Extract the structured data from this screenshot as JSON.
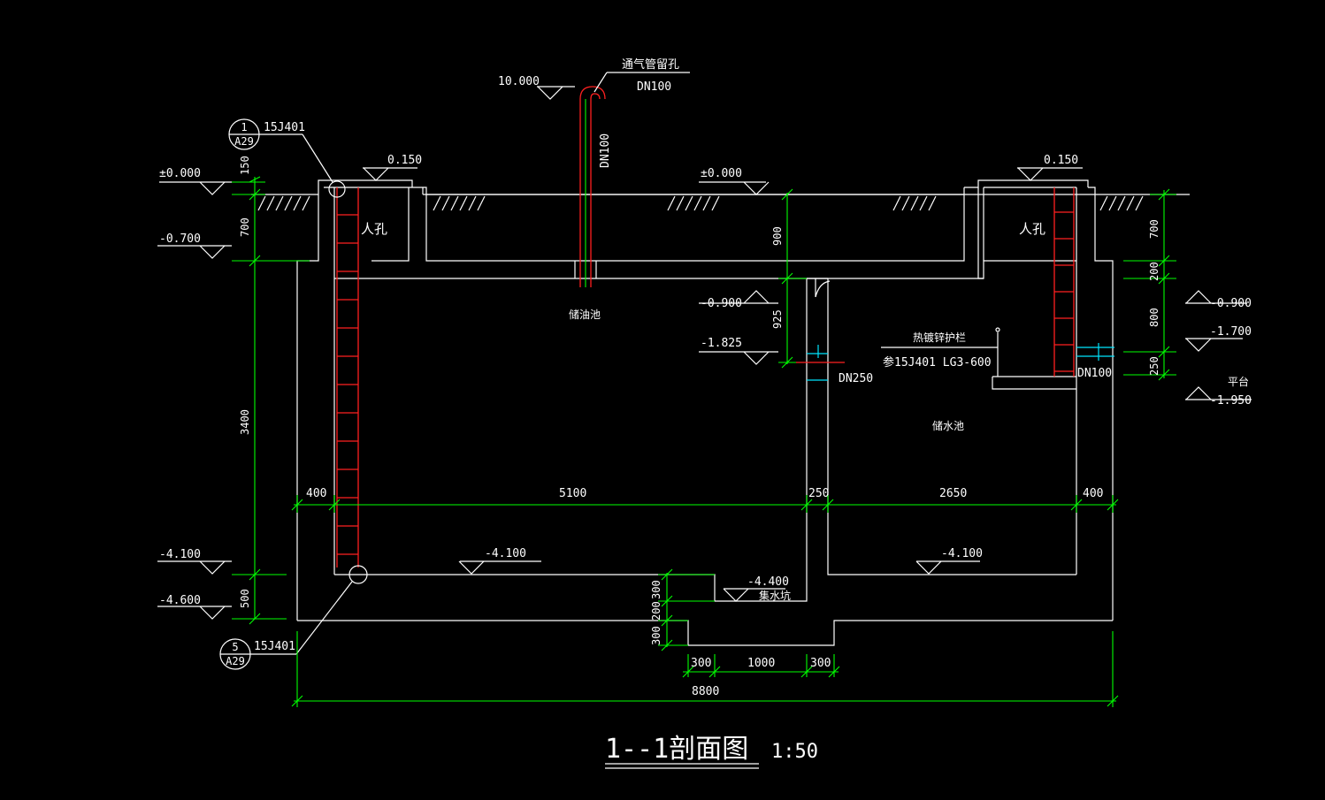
{
  "title": {
    "text": "1--1剖面图",
    "scale": "1:50"
  },
  "labels": {
    "vent_hole": "通气管留孔",
    "vent_dn": "DN100",
    "vent_dn_vert": "DN100",
    "manhole_left": "人孔",
    "manhole_right": "人孔",
    "oil_tank": "储油池",
    "water_tank": "储水池",
    "railing": "热镀锌护栏",
    "railing_ref": "参15J401 LG3-600",
    "pipe_dn250": "DN250",
    "pipe_dn100_right": "DN100",
    "sump": "集水坑",
    "platform": "平台"
  },
  "callouts": [
    {
      "num": "1",
      "sheet": "A29",
      "ref": "15J401"
    },
    {
      "num": "5",
      "sheet": "A29",
      "ref": "15J401"
    }
  ],
  "elevations": {
    "vent_top": "10.000",
    "left_ground": "±0.000",
    "left_minus07": "-0.700",
    "left_minus41": "-4.100",
    "left_minus46": "-4.600",
    "manhole_left_top": "0.150",
    "manhole_right_top": "0.150",
    "center_ground": "±0.000",
    "center_minus09": "-0.900",
    "center_minus1825": "-1.825",
    "oil_floor": "-4.100",
    "sump_floor": "-4.400",
    "water_floor": "-4.100",
    "right_minus09": "-0.900",
    "right_minus17": "-1.700",
    "right_minus195": "-1.950"
  },
  "dimensions": {
    "left_150": "150",
    "left_700": "700",
    "left_3400": "3400",
    "left_500": "500",
    "center_900": "900",
    "center_925": "925",
    "horiz_400a": "400",
    "horiz_5100": "5100",
    "horiz_250": "250",
    "horiz_2650": "2650",
    "horiz_400b": "400",
    "sump_300a": "300",
    "sump_200": "200",
    "sump_300b": "300",
    "bottom_300a": "300",
    "bottom_1000": "1000",
    "bottom_300b": "300",
    "total_8800": "8800",
    "right_700": "700",
    "right_200": "200",
    "right_800": "800",
    "right_250": "250"
  },
  "colors": {
    "background": "#000000",
    "linework": "#ffffff",
    "dimension": "#00ff00",
    "ladder_pipe": "#ff2020",
    "pipe_sleeve": "#00e5ff"
  }
}
